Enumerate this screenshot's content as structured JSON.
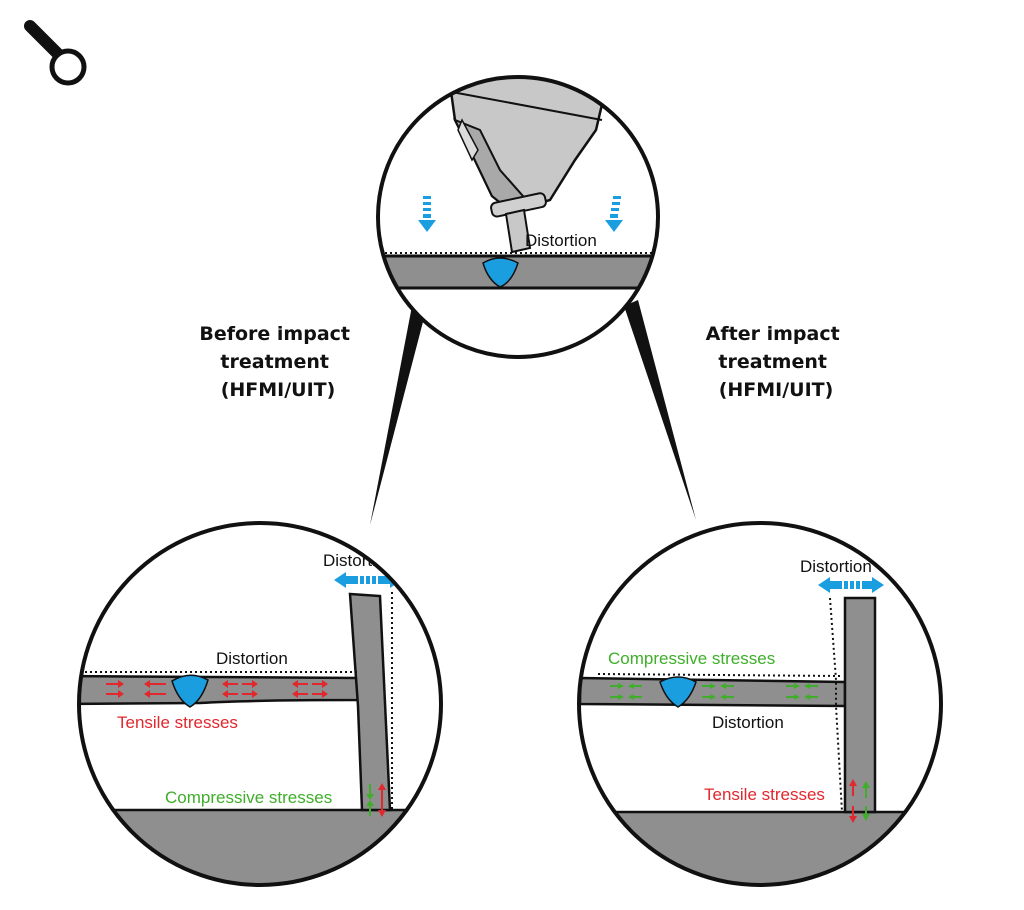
{
  "colors": {
    "weld": "#1b9ee0",
    "tensile": "#e0282e",
    "compressive": "#3fae2a",
    "metal": "#8f8f8f",
    "tool": "#c8c8c8",
    "outline": "#111111"
  },
  "icons": [
    "magnifier-icon"
  ],
  "top_view": {
    "distortion_label": "Distortion"
  },
  "before": {
    "heading_lines": [
      "Before impact",
      "treatment",
      "(HFMI/UIT)"
    ],
    "distortion_vertical": "Distortion",
    "distortion_horizontal": "Distortion",
    "tensile_label": "Tensile stresses",
    "compressive_label": "Compressive stresses"
  },
  "after": {
    "heading_lines": [
      "After impact",
      "treatment",
      "(HFMI/UIT)"
    ],
    "distortion_vertical": "Distortion",
    "distortion_horizontal": "Distortion",
    "compressive_label": "Compressive stresses",
    "tensile_label": "Tensile stresses"
  }
}
